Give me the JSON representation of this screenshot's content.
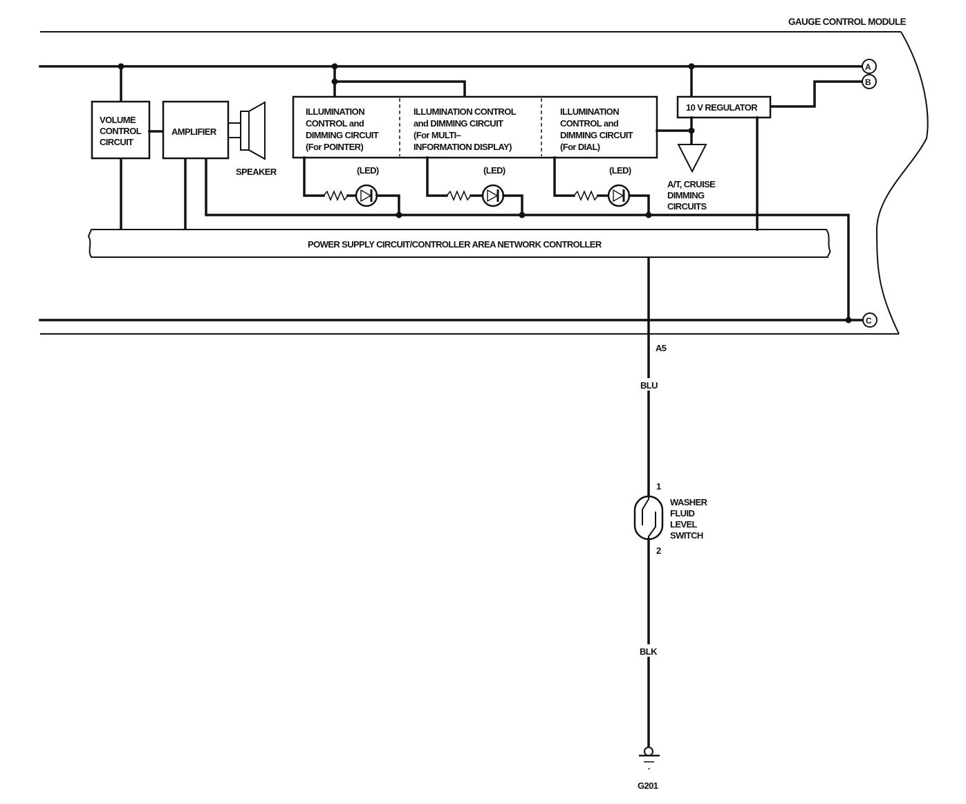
{
  "diagram": {
    "module_title": "GAUGE CONTROL MODULE",
    "blocks": {
      "volume_control": [
        "VOLUME",
        "CONTROL",
        "CIRCUIT"
      ],
      "amplifier": "AMPLIFIER",
      "speaker": "SPEAKER",
      "illum_pointer": [
        "ILLUMINATION",
        "CONTROL and",
        "DIMMING CIRCUIT",
        "(For POINTER)"
      ],
      "illum_mid": [
        "ILLUMINATION CONTROL",
        "and DIMMING CIRCUIT",
        "(For MULTI–",
        "INFORMATION DISPLAY)"
      ],
      "illum_dial": [
        "ILLUMINATION",
        "CONTROL and",
        "DIMMING CIRCUIT",
        "(For DIAL)"
      ],
      "regulator": "10 V REGULATOR",
      "dimming_circuits": [
        "A/T, CRUISE",
        "DIMMING",
        "CIRCUITS"
      ],
      "power_supply": "POWER SUPPLY CIRCUIT/CONTROLLER AREA NETWORK CONTROLLER"
    },
    "led_labels": [
      "(LED)",
      "(LED)",
      "(LED)"
    ],
    "connectors": {
      "a": "A",
      "b": "B",
      "c": "C"
    },
    "terminal": "A5",
    "wire_colors": {
      "upper": "BLU",
      "lower": "BLK"
    },
    "switch": {
      "name": [
        "WASHER",
        "FLUID",
        "LEVEL",
        "SWITCH"
      ],
      "pin_top": "1",
      "pin_bottom": "2"
    },
    "ground": "G201"
  }
}
